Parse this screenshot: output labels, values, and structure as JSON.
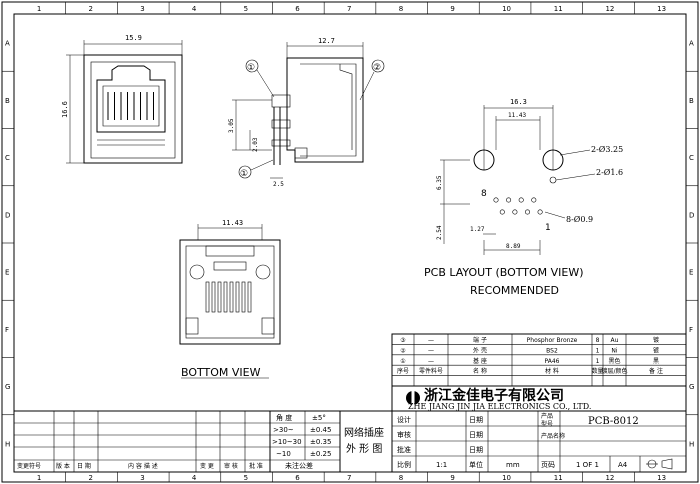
{
  "frame": {
    "top_numbers": [
      "1",
      "2",
      "3",
      "4",
      "5",
      "6",
      "7",
      "8",
      "9",
      "10",
      "11",
      "12",
      "13"
    ],
    "side_letters": [
      "A",
      "B",
      "C",
      "D",
      "E",
      "F",
      "G",
      "H"
    ]
  },
  "front_view": {
    "width_dim": "15.9",
    "height_dim": "16.6"
  },
  "side_view": {
    "top_dim": "12.7",
    "callout_1": "①",
    "callout_2": "②",
    "callout_1_lower": "①",
    "dim_a": "3.05",
    "dim_b": "2.03",
    "dim_c": "2.5"
  },
  "bottom_view": {
    "top_dim": "11.43",
    "caption": "BOTTOM VIEW"
  },
  "pcb_layout": {
    "dim_top": "16.3",
    "dim_inner": "11.43",
    "hole_big": "2-Ø3.25",
    "hole_mid": "2-Ø1.6",
    "hole_small": "8-Ø0.9",
    "pin_8": "8",
    "pin_1": "1",
    "dim_pitch": "1.27",
    "dim_span": "8.89",
    "dim_v1": "6.35",
    "dim_v2": "2.54",
    "caption": "PCB LAYOUT (BOTTOM VIEW)",
    "subcaption": "RECOMMENDED"
  },
  "bom": {
    "rows": [
      {
        "no": "③",
        "code": "—",
        "name": "端 子",
        "material": "Phosphor Bronze",
        "qty": "8",
        "finish": "Au",
        "note": "镀"
      },
      {
        "no": "②",
        "code": "—",
        "name": "外 壳",
        "material": "BS2",
        "qty": "1",
        "finish": "Ni",
        "note": "镀"
      },
      {
        "no": "①",
        "code": "—",
        "name": "基 座",
        "material": "PA46",
        "qty": "1",
        "finish": "黑色",
        "note": "黑"
      }
    ],
    "headers": [
      "序号",
      "零件料号",
      "名 称",
      "材 料",
      "数量",
      "镀层/颜色",
      "备 注"
    ]
  },
  "title_block": {
    "company_cn": "浙江金佳电子有限公司",
    "company_en": "ZHE JIANG JIN JIA ELECTRONICS CO., LTD.",
    "design": "设计",
    "check": "审核",
    "approve": "批准",
    "date": "日期",
    "product": "产品",
    "part_no": "型号",
    "product_name": "产品名称",
    "part_value": "PCB-8012",
    "scale_label": "比例",
    "scale": "1:1",
    "unit_label": "单位",
    "unit": "mm",
    "page_label": "页码",
    "page": "1 OF 1",
    "size": "A4",
    "drawing_title_1": "网络插座",
    "drawing_title_2": "外 形 图"
  },
  "tolerance": {
    "header_1": "角 度",
    "header_2": "±5°",
    "rows": [
      {
        "range": ">30~",
        "tol": "±0.45"
      },
      {
        "range": ">10~30",
        "tol": "±0.35"
      },
      {
        "range": "~10",
        "tol": "±0.25"
      }
    ],
    "footer": "未注公差"
  },
  "revision": {
    "headers": [
      "变更符号",
      "版 本",
      "日 期",
      "内 容 描 述",
      "变 更",
      "审 核",
      "批 准"
    ]
  }
}
